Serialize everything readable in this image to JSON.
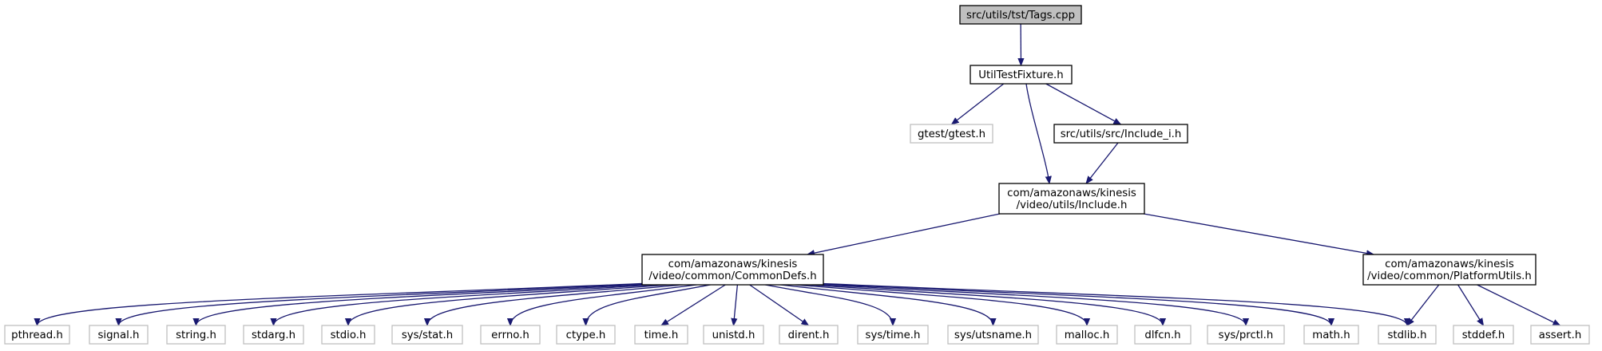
{
  "colors": {
    "edge": "#191970",
    "root_fill": "#bfbfbf",
    "box_border": "#000000",
    "external_border": "#bfbfbf",
    "background": "#ffffff"
  },
  "graph": {
    "nodes": [
      {
        "id": "tags_cpp",
        "lines": [
          "src/utils/tst/Tags.cpp"
        ],
        "style": "root"
      },
      {
        "id": "util_test_fixture",
        "lines": [
          "UtilTestFixture.h"
        ],
        "style": "solid"
      },
      {
        "id": "gtest",
        "lines": [
          "gtest/gtest.h"
        ],
        "style": "external"
      },
      {
        "id": "include_i",
        "lines": [
          "src/utils/src/Include_i.h"
        ],
        "style": "solid"
      },
      {
        "id": "include_h",
        "lines": [
          "com/amazonaws/kinesis",
          "/video/utils/Include.h"
        ],
        "style": "solid"
      },
      {
        "id": "common_defs",
        "lines": [
          "com/amazonaws/kinesis",
          "/video/common/CommonDefs.h"
        ],
        "style": "solid"
      },
      {
        "id": "platform_utils",
        "lines": [
          "com/amazonaws/kinesis",
          "/video/common/PlatformUtils.h"
        ],
        "style": "solid"
      },
      {
        "id": "pthread",
        "lines": [
          "pthread.h"
        ],
        "style": "external"
      },
      {
        "id": "signal",
        "lines": [
          "signal.h"
        ],
        "style": "external"
      },
      {
        "id": "string",
        "lines": [
          "string.h"
        ],
        "style": "external"
      },
      {
        "id": "stdarg",
        "lines": [
          "stdarg.h"
        ],
        "style": "external"
      },
      {
        "id": "stdio",
        "lines": [
          "stdio.h"
        ],
        "style": "external"
      },
      {
        "id": "sys_stat",
        "lines": [
          "sys/stat.h"
        ],
        "style": "external"
      },
      {
        "id": "errno",
        "lines": [
          "errno.h"
        ],
        "style": "external"
      },
      {
        "id": "ctype",
        "lines": [
          "ctype.h"
        ],
        "style": "external"
      },
      {
        "id": "time",
        "lines": [
          "time.h"
        ],
        "style": "external"
      },
      {
        "id": "unistd",
        "lines": [
          "unistd.h"
        ],
        "style": "external"
      },
      {
        "id": "dirent",
        "lines": [
          "dirent.h"
        ],
        "style": "external"
      },
      {
        "id": "sys_time",
        "lines": [
          "sys/time.h"
        ],
        "style": "external"
      },
      {
        "id": "sys_utsname",
        "lines": [
          "sys/utsname.h"
        ],
        "style": "external"
      },
      {
        "id": "malloc",
        "lines": [
          "malloc.h"
        ],
        "style": "external"
      },
      {
        "id": "dlfcn",
        "lines": [
          "dlfcn.h"
        ],
        "style": "external"
      },
      {
        "id": "sys_prctl",
        "lines": [
          "sys/prctl.h"
        ],
        "style": "external"
      },
      {
        "id": "math",
        "lines": [
          "math.h"
        ],
        "style": "external"
      },
      {
        "id": "stdlib",
        "lines": [
          "stdlib.h"
        ],
        "style": "external"
      },
      {
        "id": "stddef",
        "lines": [
          "stddef.h"
        ],
        "style": "external"
      },
      {
        "id": "assert",
        "lines": [
          "assert.h"
        ],
        "style": "external"
      }
    ],
    "edges": [
      {
        "from": "tags_cpp",
        "to": "util_test_fixture"
      },
      {
        "from": "util_test_fixture",
        "to": "gtest"
      },
      {
        "from": "util_test_fixture",
        "to": "include_i"
      },
      {
        "from": "util_test_fixture",
        "to": "include_h"
      },
      {
        "from": "include_i",
        "to": "include_h"
      },
      {
        "from": "include_h",
        "to": "common_defs"
      },
      {
        "from": "include_h",
        "to": "platform_utils"
      },
      {
        "from": "common_defs",
        "to": "pthread"
      },
      {
        "from": "common_defs",
        "to": "signal"
      },
      {
        "from": "common_defs",
        "to": "string"
      },
      {
        "from": "common_defs",
        "to": "stdarg"
      },
      {
        "from": "common_defs",
        "to": "stdio"
      },
      {
        "from": "common_defs",
        "to": "sys_stat"
      },
      {
        "from": "common_defs",
        "to": "errno"
      },
      {
        "from": "common_defs",
        "to": "ctype"
      },
      {
        "from": "common_defs",
        "to": "time"
      },
      {
        "from": "common_defs",
        "to": "unistd"
      },
      {
        "from": "common_defs",
        "to": "dirent"
      },
      {
        "from": "common_defs",
        "to": "sys_time"
      },
      {
        "from": "common_defs",
        "to": "sys_utsname"
      },
      {
        "from": "common_defs",
        "to": "malloc"
      },
      {
        "from": "common_defs",
        "to": "dlfcn"
      },
      {
        "from": "common_defs",
        "to": "sys_prctl"
      },
      {
        "from": "common_defs",
        "to": "math"
      },
      {
        "from": "common_defs",
        "to": "stdlib"
      },
      {
        "from": "platform_utils",
        "to": "stdlib"
      },
      {
        "from": "platform_utils",
        "to": "stddef"
      },
      {
        "from": "platform_utils",
        "to": "assert"
      }
    ]
  }
}
